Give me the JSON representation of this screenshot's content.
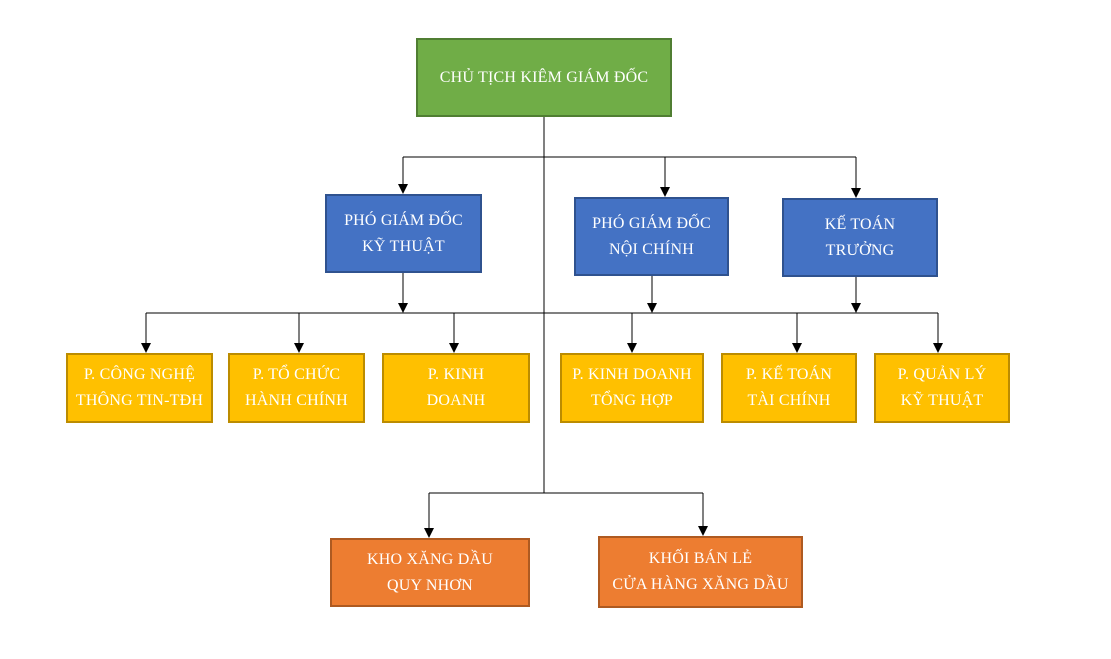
{
  "colors": {
    "top": "#70AD47",
    "deputy": "#4472C4",
    "department": "#FFC000",
    "unit": "#ED7D31",
    "connector": "#000000"
  },
  "top": {
    "line1": "CHỦ TỊCH KIÊM GIÁM ĐỐC"
  },
  "deputies": [
    {
      "line1": "PHÓ GIÁM ĐỐC",
      "line2": "KỸ THUẬT"
    },
    {
      "line1": "PHÓ GIÁM ĐỐC",
      "line2": "NỘI CHÍNH"
    },
    {
      "line1": "KẾ TOÁN",
      "line2": "TRƯỞNG"
    }
  ],
  "departments": [
    {
      "line1": "P. CÔNG NGHỆ",
      "line2": "THÔNG TIN-TĐH"
    },
    {
      "line1": "P. TỔ CHỨC",
      "line2": "HÀNH CHÍNH"
    },
    {
      "line1": "P. KINH",
      "line2": "DOANH"
    },
    {
      "line1": "P. KINH DOANH",
      "line2": "TỔNG HỢP"
    },
    {
      "line1": "P. KẾ TOÁN",
      "line2": "TÀI CHÍNH"
    },
    {
      "line1": "P. QUẢN LÝ",
      "line2": "KỸ THUẬT"
    }
  ],
  "units": [
    {
      "line1": "KHO XĂNG DẦU",
      "line2": "QUY NHƠN"
    },
    {
      "line1": "KHỐI BÁN LẺ",
      "line2": "CỬA HÀNG XĂNG DẦU"
    }
  ]
}
